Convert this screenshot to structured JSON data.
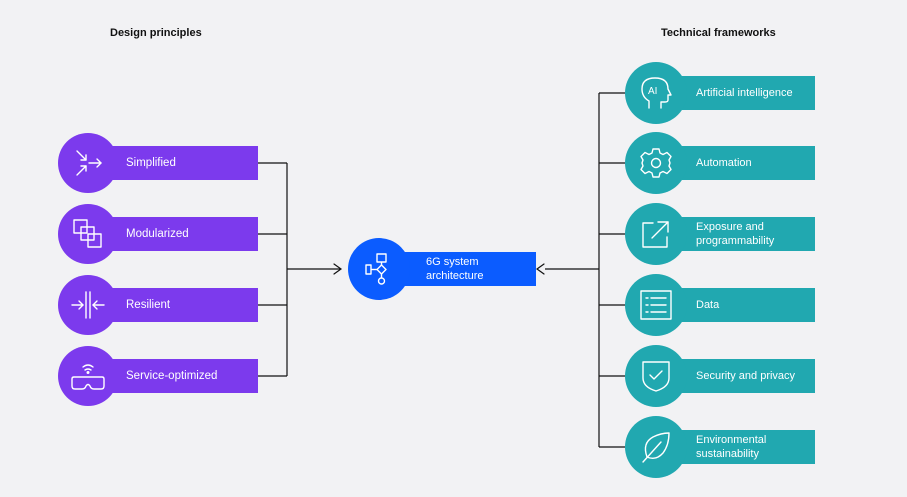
{
  "headings": {
    "design_principles": "Design principles",
    "technical_frameworks": "Technical frameworks"
  },
  "center": {
    "label": "6G system architecture",
    "icon": "flowchart-icon"
  },
  "design_principles": [
    {
      "label": "Simplified",
      "icon": "converge-arrows-icon"
    },
    {
      "label": "Modularized",
      "icon": "stacked-squares-icon"
    },
    {
      "label": "Resilient",
      "icon": "compress-arrows-icon"
    },
    {
      "label": "Service-optimized",
      "icon": "vr-headset-icon"
    }
  ],
  "technical_frameworks": [
    {
      "label": "Artificial intelligence",
      "icon": "ai-head-icon"
    },
    {
      "label": "Automation",
      "icon": "gear-icon"
    },
    {
      "label": "Exposure and programmability",
      "icon": "external-link-icon"
    },
    {
      "label": "Data",
      "icon": "list-icon"
    },
    {
      "label": "Security and privacy",
      "icon": "shield-check-icon"
    },
    {
      "label": "Environmental sustainability",
      "icon": "leaf-icon"
    }
  ],
  "colors": {
    "design_principles": "#7c3aed",
    "technical_frameworks": "#21a8b0",
    "center": "#0b5cff",
    "background": "#f2f2f4"
  }
}
